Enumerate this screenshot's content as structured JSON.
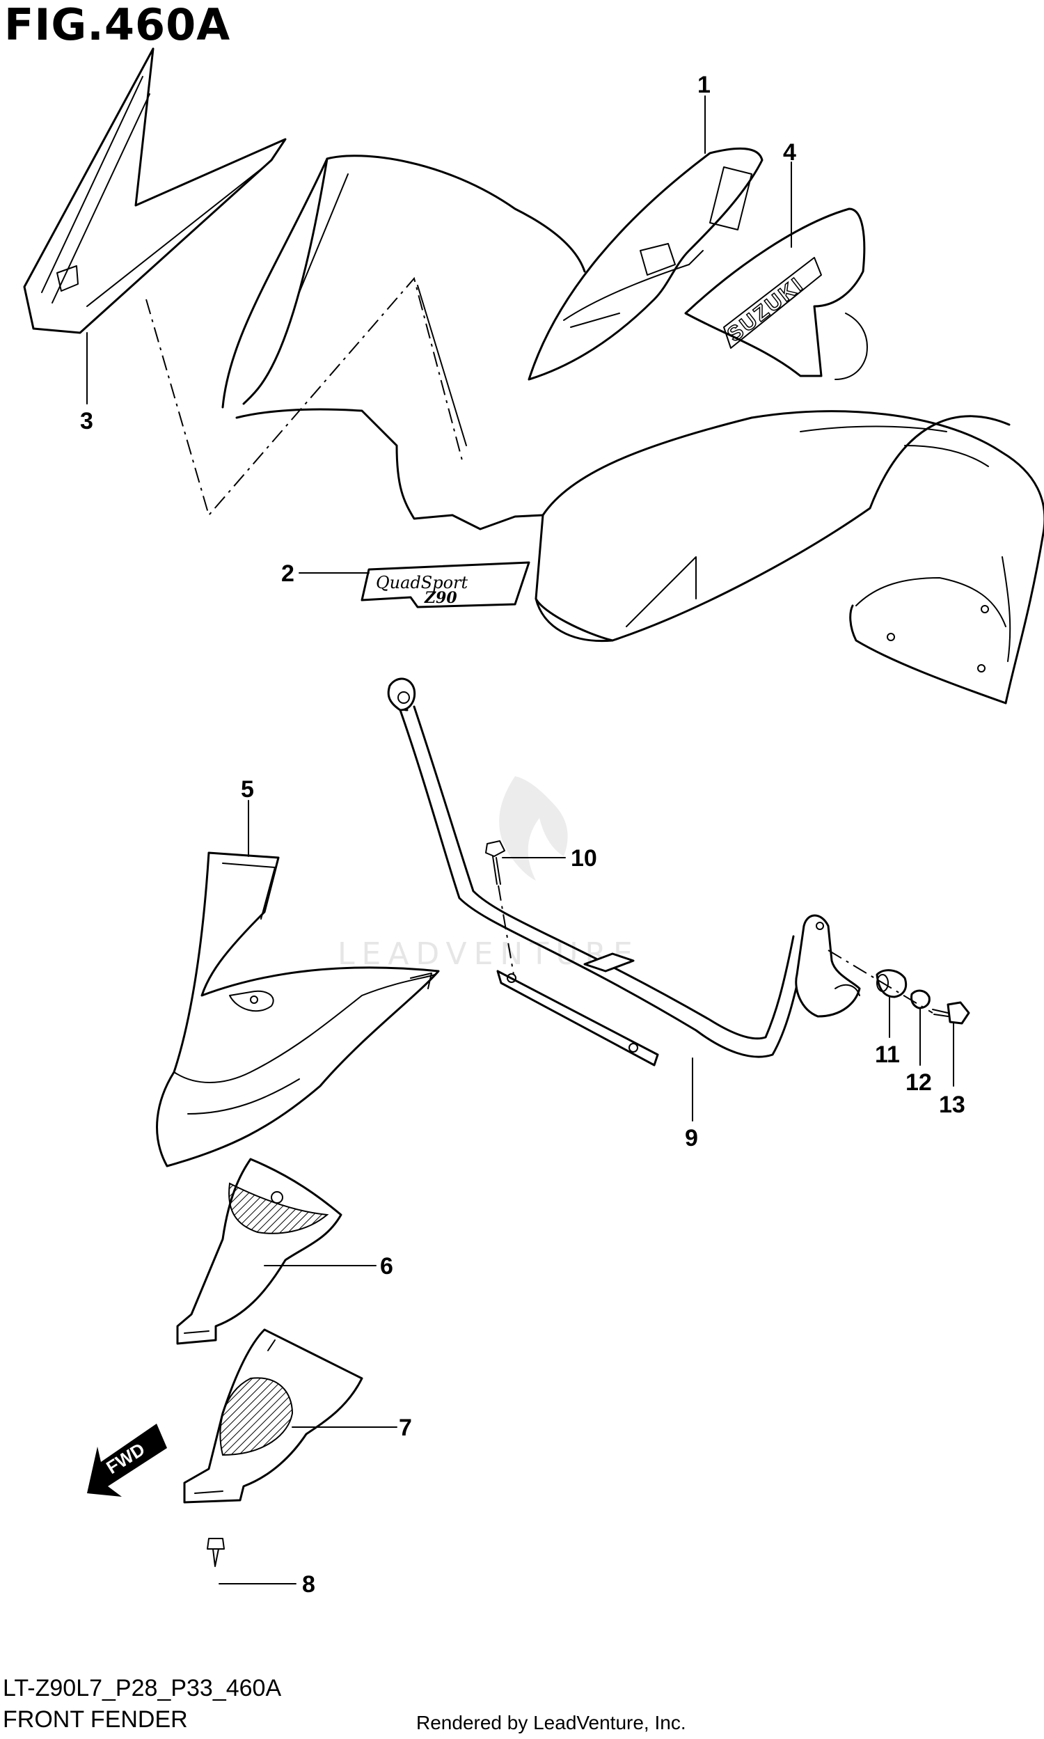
{
  "figure": {
    "title": "FIG.460A",
    "code": "LT-Z90L7_P28_P33_460A",
    "name": "FRONT FENDER",
    "credit": "Rendered by LeadVenture, Inc.",
    "watermark": "LEADVENTURE"
  },
  "callouts": [
    "1",
    "2",
    "3",
    "4",
    "5",
    "6",
    "7",
    "8",
    "9",
    "10",
    "11",
    "12",
    "13"
  ],
  "decals": {
    "brand": "SUZUKI",
    "model_line1": "QuadSport",
    "model_line2": "Z90",
    "direction_arrow": "FWD"
  }
}
